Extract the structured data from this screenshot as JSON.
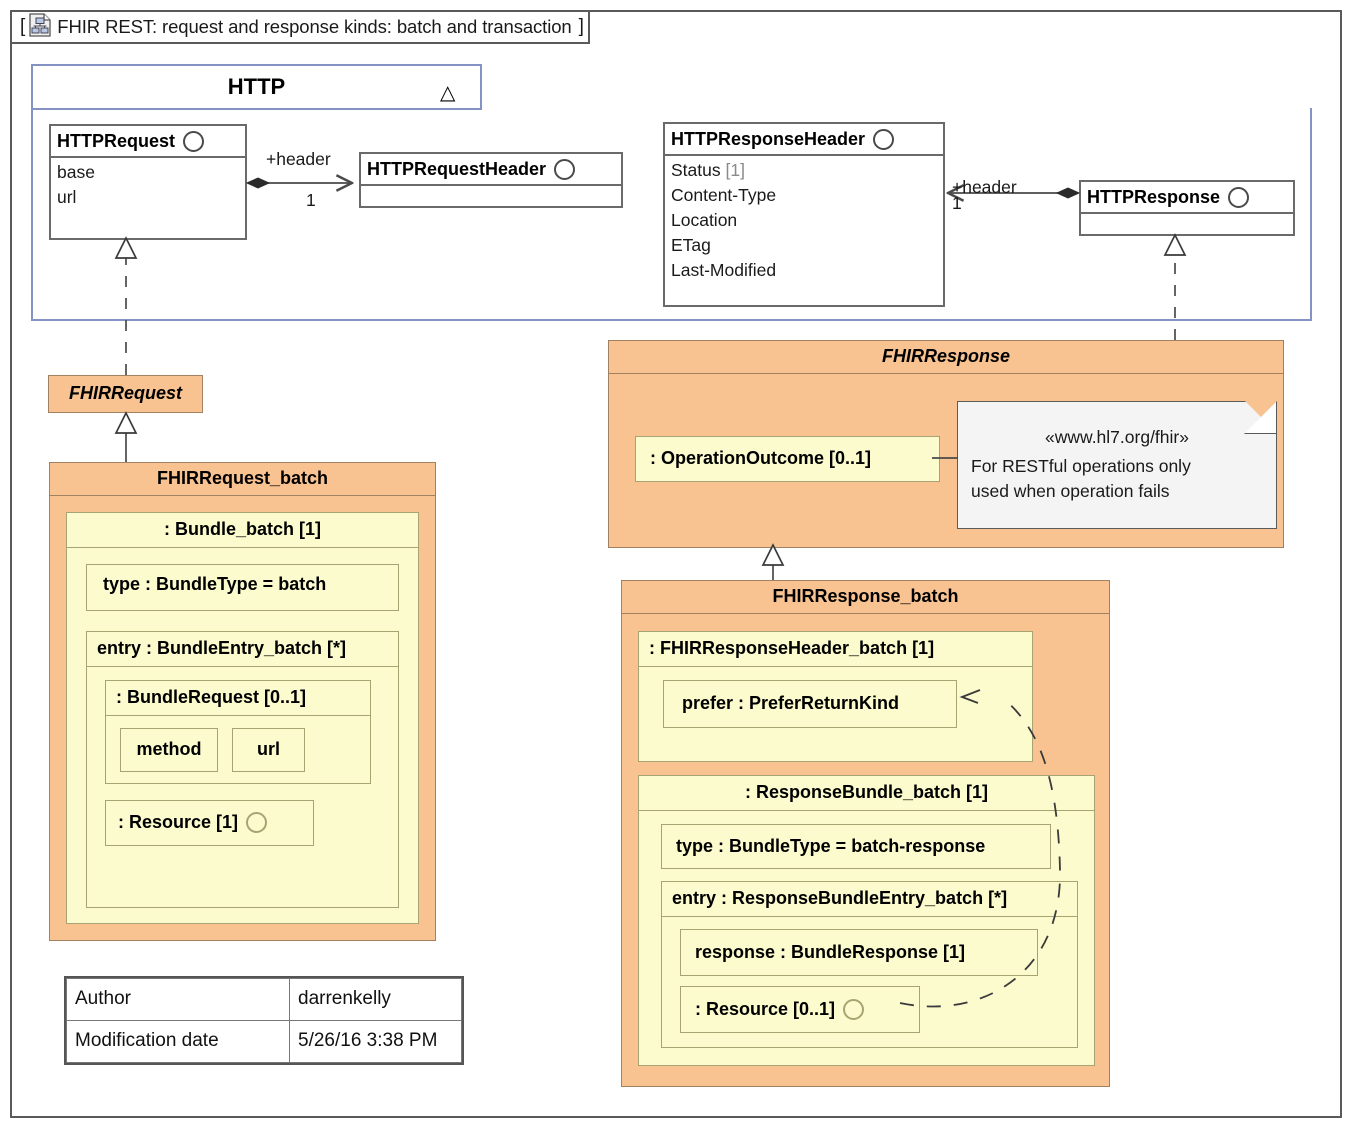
{
  "frame": {
    "icon": "class-diagram-doc-icon",
    "bracket_open": "[",
    "bracket_close": "]",
    "title": "FHIR REST: request and response kinds: batch and transaction"
  },
  "package": {
    "name": "HTTP",
    "triangle_glyph": "△"
  },
  "classes": {
    "http_request": {
      "name": "HTTPRequest",
      "icon": "interface-circle-icon",
      "attributes": [
        "base",
        "url"
      ]
    },
    "http_request_header": {
      "name": "HTTPRequestHeader",
      "icon": "interface-circle-icon",
      "attributes": []
    },
    "http_response_header": {
      "name": "HTTPResponseHeader",
      "icon": "interface-circle-icon",
      "attributes": [
        {
          "label": "Status",
          "mult": "[1]"
        },
        {
          "label": "Content-Type",
          "mult": ""
        },
        {
          "label": "Location",
          "mult": ""
        },
        {
          "label": "ETag",
          "mult": ""
        },
        {
          "label": "Last-Modified",
          "mult": ""
        }
      ]
    },
    "http_response": {
      "name": "HTTPResponse",
      "icon": "interface-circle-icon",
      "attributes": []
    }
  },
  "edges": {
    "request_header_role": "+header",
    "request_header_mult": "1",
    "response_header_role": "+header",
    "response_header_mult": "1"
  },
  "fhir_request": {
    "name": "FHIRRequest"
  },
  "fhir_request_batch": {
    "name": "FHIRRequest_batch",
    "bundle": {
      "title": ": Bundle_batch [1]",
      "type_slot": "type : BundleType = batch",
      "entry": {
        "title": "entry : BundleEntry_batch [*]",
        "bundle_request": {
          "title": ": BundleRequest [0..1]",
          "method_slot": "method",
          "url_slot": "url"
        },
        "resource_slot": ": Resource [1]",
        "resource_icon": "interface-circle-icon"
      }
    }
  },
  "fhir_response": {
    "name": "FHIRResponse",
    "operation_outcome": ": OperationOutcome [0..1]"
  },
  "note": {
    "stereotype": "«www.hl7.org/fhir»",
    "line1": "For RESTful operations only",
    "line2": "used when operation fails"
  },
  "fhir_response_batch": {
    "name": "FHIRResponse_batch",
    "header": {
      "title": ": FHIRResponseHeader_batch [1]",
      "prefer_slot": "prefer : PreferReturnKind"
    },
    "bundle": {
      "title": ": ResponseBundle_batch [1]",
      "type_slot": "type : BundleType = batch-response",
      "entry": {
        "title": "entry : ResponseBundleEntry_batch [*]",
        "response_slot": "response : BundleResponse [1]",
        "resource_slot": ": Resource [0..1]",
        "resource_icon": "interface-circle-icon"
      }
    }
  },
  "info_table": {
    "rows": [
      {
        "key": "Author",
        "value": "darrenkelly"
      },
      {
        "key": "Modification date",
        "value": "5/26/16 3:38 PM"
      }
    ]
  },
  "colors": {
    "orange_fill": "#f9c391",
    "yellow_fill": "#fbfbcd",
    "package_border": "#8593c4",
    "class_border": "#6a6a6a",
    "note_fill": "#f4f4f4"
  }
}
